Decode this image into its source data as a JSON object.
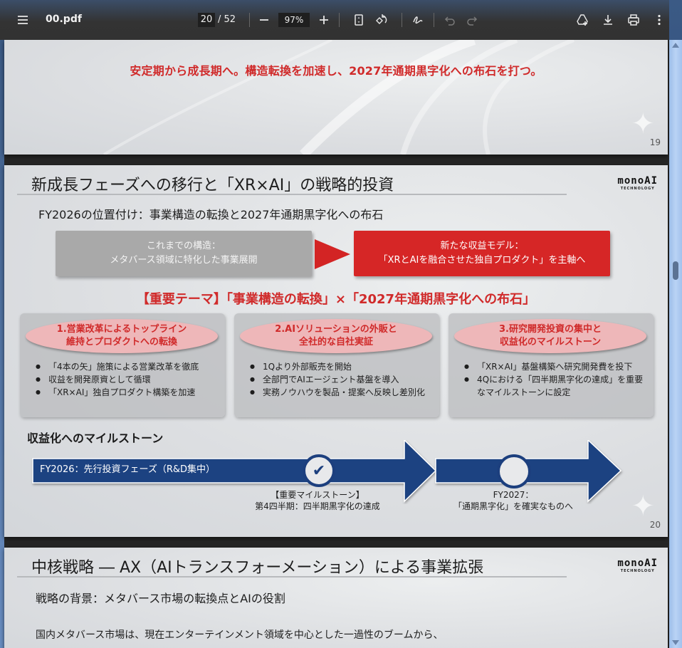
{
  "toolbar": {
    "file_name": "00.pdf",
    "current_page": "20",
    "total_pages": "/ 52",
    "zoom_level": "97%",
    "icons": {
      "menu": "menu-icon",
      "zoom_out": "minus-icon",
      "zoom_in": "plus-icon",
      "fit_page": "fit-page-icon",
      "rotate": "rotate-icon",
      "annotate": "pen-icon",
      "undo": "undo-icon",
      "redo": "redo-icon",
      "drive": "add-to-drive-icon",
      "download": "download-icon",
      "print": "print-icon",
      "more": "more-vert-icon"
    }
  },
  "pages": {
    "p19": {
      "headline": "安定期から成長期へ。構造転換を加速し、2027年通期黒字化への布石を打つ。",
      "page_number": "19"
    },
    "p20": {
      "title": "新成長フェーズへの移行と「XR×AI」の戦略的投資",
      "logo_main": "monoAI",
      "logo_sub": "TECHNOLOGY",
      "subtitle": "FY2026の位置付け：事業構造の転換と2027年通期黒字化への布石",
      "old_structure": {
        "line1": "これまでの構造：",
        "line2": "メタバース領域に特化した事業展開"
      },
      "new_model": {
        "line1": "新たな収益モデル：",
        "line2": "「XRとAIを融合させた独自プロダクト」を主軸へ"
      },
      "theme": "【重要テーマ】「事業構造の転換」×「2027年通期黒字化への布石」",
      "cards": [
        {
          "title1": "1.営業改革によるトップライン",
          "title2": "維持とプロダクトへの転換",
          "bullets": [
            "「4本の矢」施策による営業改革を徹底",
            "収益を開発原資として循環",
            "「XR×AI」独自プロダクト構築を加速"
          ]
        },
        {
          "title1": "2.AIソリューションの外販と",
          "title2": "全社的な自社実証",
          "bullets": [
            "1Qより外部販売を開始",
            "全部門でAIエージェント基盤を導入",
            "実務ノウハウを製品・提案へ反映し差別化"
          ]
        },
        {
          "title1": "3.研究開発投資の集中と",
          "title2": "収益化のマイルストーン",
          "bullets": [
            "「XR×AI」基盤構築へ研究開発費を投下",
            "4Qにおける「四半期黒字化の達成」を重要なマイルストーンに設定"
          ]
        }
      ],
      "milestone_heading": "収益化へのマイルストーン",
      "bar_label": "FY2026：先行投資フェーズ（R&D集中）",
      "milestone1": {
        "line1": "【重要マイルストーン】",
        "line2": "第4四半期：四半期黒字化の達成"
      },
      "milestone2": {
        "line1": "FY2027：",
        "line2": "「通期黒字化」を確実なものへ"
      },
      "colors": {
        "accent_red": "#d02a2a",
        "navy": "#1c3f7e"
      },
      "page_number": "20"
    },
    "p21": {
      "title": "中核戦略 ― AX（AIトランスフォーメーション）による事業拡張",
      "logo_main": "monoAI",
      "logo_sub": "TECHNOLOGY",
      "subtitle": "戦略の背景：メタバース市場の転換点とAIの役割",
      "body_line1": "国内メタバース市場は、現在エンターテインメント領域を中心とした一過性のブームから、"
    }
  }
}
